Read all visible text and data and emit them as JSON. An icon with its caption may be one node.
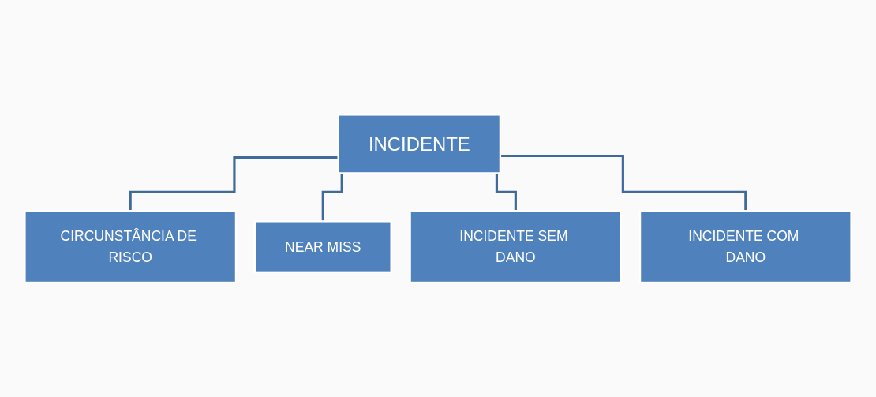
{
  "diagram": {
    "nodes": [
      {
        "text": [
          "INCIDENTE"
        ]
      },
      {
        "text": [
          "CIRCUNSTÂNCIA DE RISCO"
        ]
      },
      {
        "text": [
          "NEAR MISS"
        ]
      },
      {
        "text": [
          "INCIDENTE SEM DANO"
        ]
      },
      {
        "text": [
          "INCIDENTE COM DANO"
        ]
      }
    ],
    "edges": [
      {
        "from": 0,
        "to": 1,
        "arrow": "none"
      },
      {
        "from": 0,
        "to": 2,
        "arrow": "none"
      },
      {
        "from": 0,
        "to": 3,
        "arrow": "none"
      },
      {
        "from": 0,
        "to": 4,
        "arrow": "none"
      }
    ]
  }
}
